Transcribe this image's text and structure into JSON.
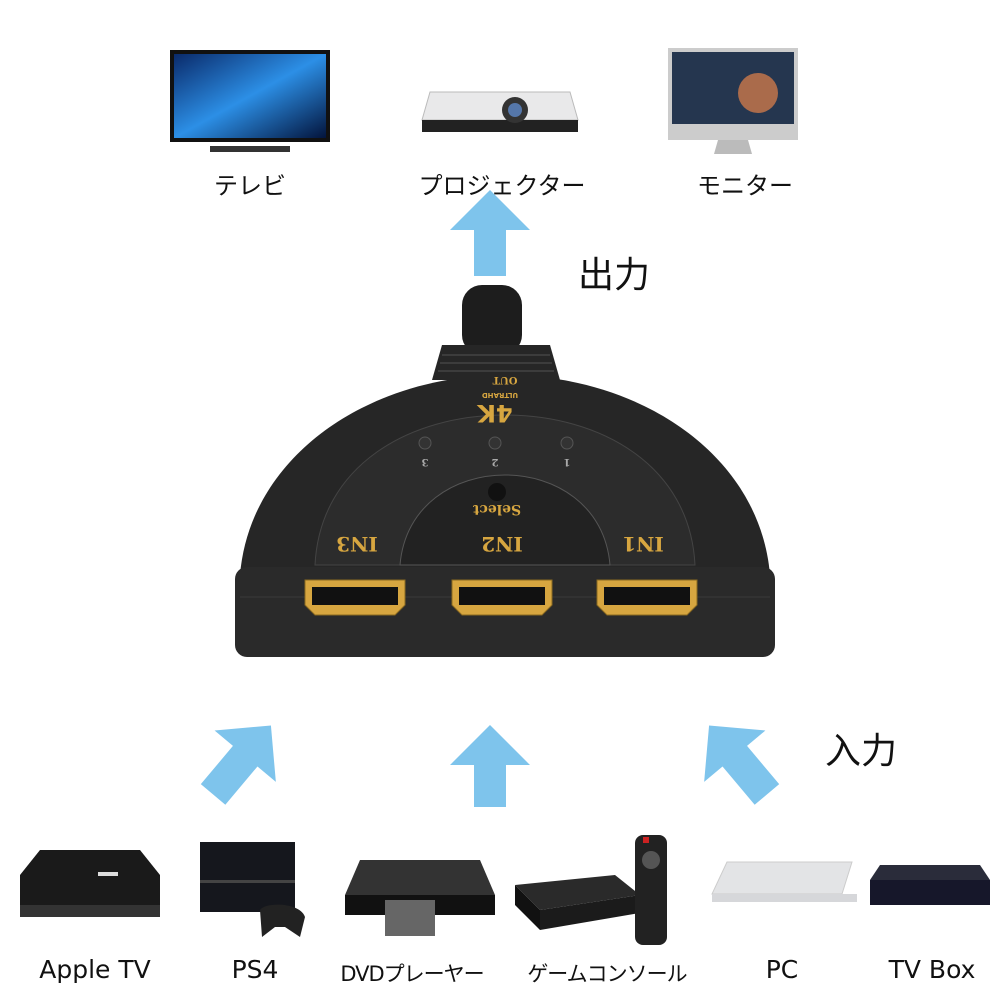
{
  "outputs": [
    {
      "label": "テレビ",
      "icon": "tv-icon"
    },
    {
      "label": "プロジェクター",
      "icon": "projector-icon"
    },
    {
      "label": "モニター",
      "icon": "monitor-icon"
    }
  ],
  "output_heading": "出力",
  "input_heading": "入力",
  "switch": {
    "out_label": "OUT",
    "brand_4k": "4K",
    "ultrahd": "ULTRAHD",
    "led_labels": [
      "3",
      "2",
      "1"
    ],
    "select_label": "Select",
    "ports": [
      "IN3",
      "IN2",
      "IN1"
    ]
  },
  "inputs": [
    {
      "label": "Apple TV",
      "icon": "apple-tv-icon"
    },
    {
      "label": "PS4",
      "icon": "ps4-icon"
    },
    {
      "label": "DVDプレーヤー",
      "icon": "dvd-player-icon"
    },
    {
      "label": "ゲームコンソール",
      "icon": "game-console-icon"
    },
    {
      "label": "PC",
      "icon": "laptop-icon"
    },
    {
      "label": "TV Box",
      "icon": "tv-box-icon"
    }
  ],
  "colors": {
    "arrow": "#7ec4ec",
    "gold": "#d7a640",
    "device": "#2a2a2a"
  }
}
